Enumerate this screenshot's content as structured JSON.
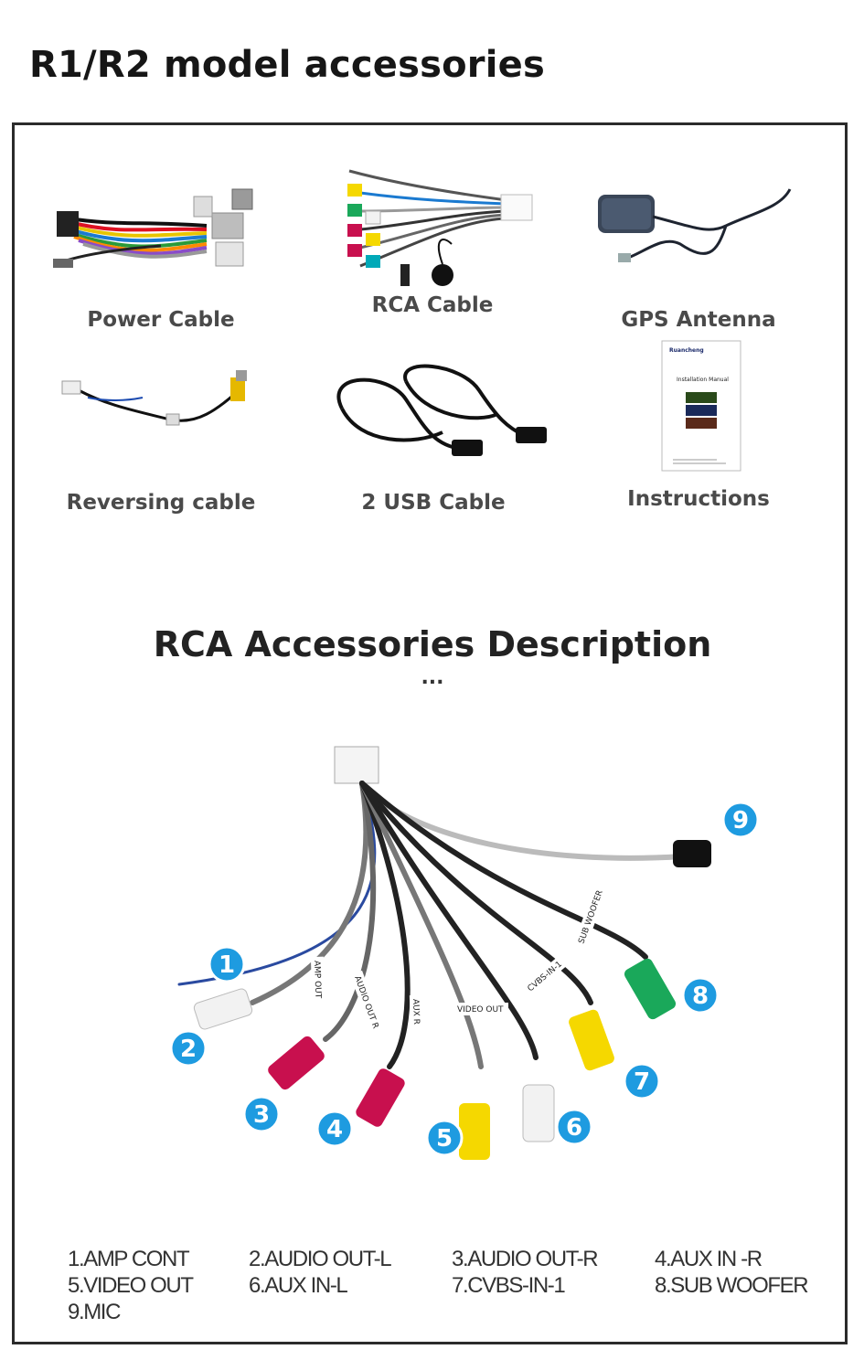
{
  "page_title": "R1/R2 model accessories",
  "accessories": [
    {
      "label": "Power Cable"
    },
    {
      "label": "RCA Cable"
    },
    {
      "label": "GPS Antenna"
    },
    {
      "label": "Reversing cable"
    },
    {
      "label": "2 USB Cable"
    },
    {
      "label": "Instructions"
    }
  ],
  "manual": {
    "brand": "Ruancheng",
    "title": "Installation Manual"
  },
  "rca_section": {
    "title": "RCA Accessories Description",
    "ellipsis": "...",
    "wire_tags": [
      "AMP OUT",
      "AUDIO OUT R",
      "AUX R",
      "VIDEO OUT",
      "CVBS-IN-1",
      "SUB WOOFER"
    ],
    "callouts": [
      "1",
      "2",
      "3",
      "4",
      "5",
      "6",
      "7",
      "8",
      "9"
    ],
    "legend": [
      [
        "1.AMP CONT",
        "2.AUDIO OUT-L",
        "3.AUDIO OUT-R",
        "4.AUX IN -R"
      ],
      [
        "5.VIDEO OUT",
        "6.AUX IN-L",
        "7.CVBS-IN-1",
        "8.SUB WOOFER"
      ],
      [
        "9.MIC"
      ]
    ]
  },
  "colors": {
    "frame": "#2b2b2b",
    "callout": "#1e9be0",
    "rca_red": "#c8104e",
    "rca_yellow": "#f5d800",
    "rca_white": "#f2f2f2",
    "rca_green": "#1aa85a"
  }
}
